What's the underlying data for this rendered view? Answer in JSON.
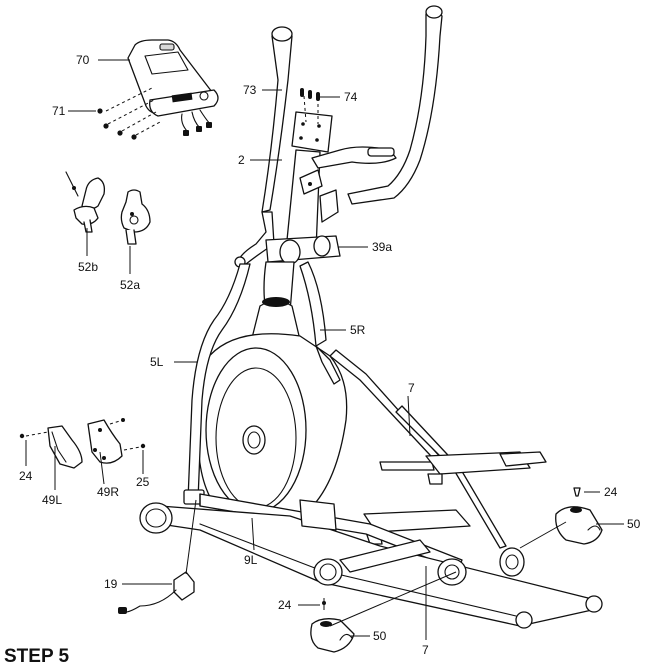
{
  "step_title": "STEP 5",
  "callouts": {
    "c70": "70",
    "c71": "71",
    "c73": "73",
    "c74": "74",
    "c2": "2",
    "c52b": "52b",
    "c52a": "52a",
    "c39a": "39a",
    "c5R": "5R",
    "c5L": "5L",
    "c7_frame": "7",
    "c24_left": "24",
    "c49L": "49L",
    "c49R": "49R",
    "c25": "25",
    "c24_right": "24",
    "c50_right": "50",
    "c9L": "9L",
    "c19": "19",
    "c24_bottom": "24",
    "c50_bottom": "50",
    "c7_bottom": "7"
  }
}
